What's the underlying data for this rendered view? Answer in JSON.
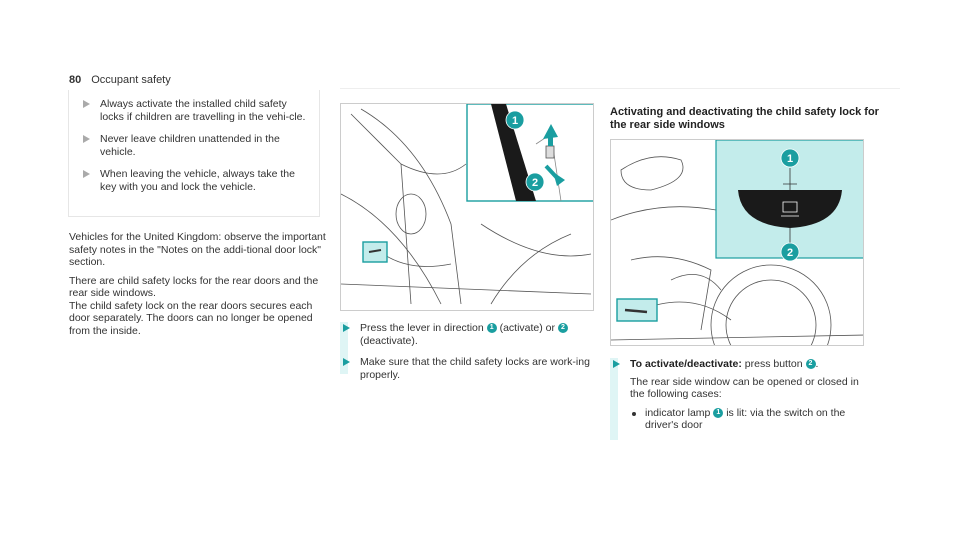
{
  "header": {
    "page_number": "80",
    "section": "Occupant safety"
  },
  "warning": {
    "items": [
      "Always activate the installed child safety locks if children are travelling in the vehi-cle.",
      "Never leave children unattended in the vehicle.",
      "When leaving the vehicle, always take the key with you and lock the vehicle."
    ]
  },
  "body": {
    "p1": "Vehicles for the United Kingdom: observe the important safety notes in the \"Notes on the addi-tional door lock\" section.",
    "p2a": "There are child safety locks for the rear doors and the rear side windows.",
    "p2b": "The child safety lock on the rear doors secures each door separately. The doors can no longer be opened from the inside."
  },
  "figure1": {
    "callouts": [
      "1",
      "2"
    ]
  },
  "steps1": {
    "s1_pre": "Press the lever in direction",
    "s1_n1": "1",
    "s1_mid": "(activate) or",
    "s1_n2": "2",
    "s1_post": "(deactivate).",
    "s2": "Make sure that the child safety locks are work-ing properly."
  },
  "section2": {
    "title": "Activating and deactivating the child safety lock for the rear side windows"
  },
  "figure2": {
    "callouts": [
      "1",
      "2"
    ],
    "panel_color": "#c3eceb"
  },
  "steps2": {
    "s1_bold": "To activate/deactivate:",
    "s1_text": "press button",
    "s1_n": "2",
    "p": "The rear side window can be opened or closed in the following cases:",
    "bullet_pre": "indicator lamp",
    "bullet_n": "1",
    "bullet_post": "is lit: via the switch on the driver's door"
  }
}
